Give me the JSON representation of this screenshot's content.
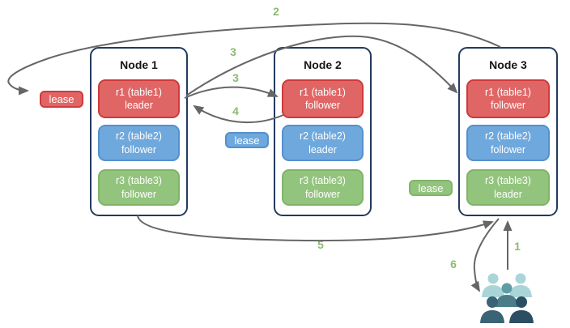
{
  "nodes": [
    {
      "title": "Node 1",
      "replicas": [
        {
          "name": "r1 (table1)",
          "role": "leader",
          "color": "red"
        },
        {
          "name": "r2 (table2)",
          "role": "follower",
          "color": "blue"
        },
        {
          "name": "r3 (table3)",
          "role": "follower",
          "color": "green"
        }
      ]
    },
    {
      "title": "Node 2",
      "replicas": [
        {
          "name": "r1 (table1)",
          "role": "follower",
          "color": "red"
        },
        {
          "name": "r2 (table2)",
          "role": "leader",
          "color": "blue"
        },
        {
          "name": "r3 (table3)",
          "role": "follower",
          "color": "green"
        }
      ]
    },
    {
      "title": "Node 3",
      "replicas": [
        {
          "name": "r1 (table1)",
          "role": "follower",
          "color": "red"
        },
        {
          "name": "r2 (table2)",
          "role": "follower",
          "color": "blue"
        },
        {
          "name": "r3 (table3)",
          "role": "leader",
          "color": "green"
        }
      ]
    }
  ],
  "leases": [
    {
      "label": "lease",
      "color": "red"
    },
    {
      "label": "lease",
      "color": "blue"
    },
    {
      "label": "lease",
      "color": "green"
    }
  ],
  "steps": [
    {
      "label": "1"
    },
    {
      "label": "2"
    },
    {
      "label": "3"
    },
    {
      "label": "3"
    },
    {
      "label": "4"
    },
    {
      "label": "5"
    },
    {
      "label": "6"
    }
  ],
  "icons": {
    "users": "users-icon"
  },
  "colors": {
    "node_border": "#233a60",
    "title_text": "#161616",
    "red_fill": "#e06666",
    "red_border": "#cf3a3a",
    "blue_fill": "#6fa8dc",
    "blue_border": "#5491cd",
    "green_fill": "#93c47d",
    "green_border": "#7fb468",
    "step_green": "#8cbb70",
    "line": "#666666",
    "people_back": "#a9d5d8",
    "people_mid_head": "#5e9da6",
    "people_mid_body": "#4b7c88",
    "people_front_left": "#3a6375",
    "people_front_right": "#2b4e63"
  }
}
